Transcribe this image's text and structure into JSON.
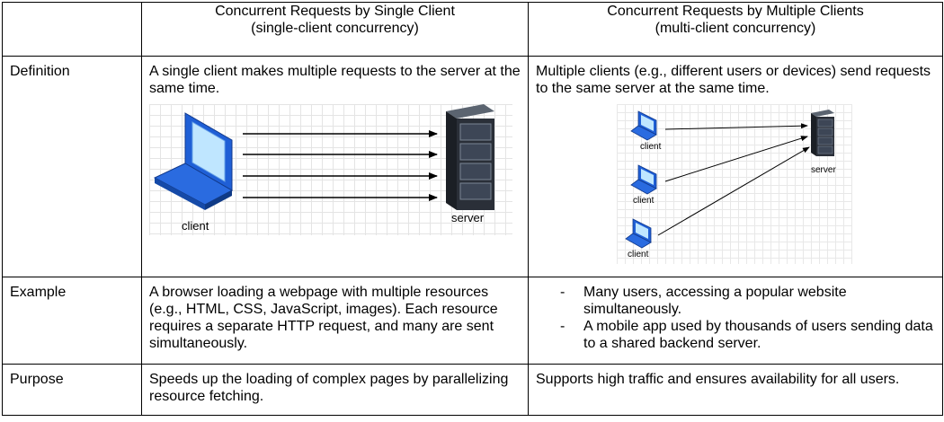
{
  "table": {
    "header": {
      "empty": "",
      "single": {
        "title": "Concurrent Requests by Single Client",
        "subtitle": "(single-client concurrency)"
      },
      "multi": {
        "title": "Concurrent Requests by Multiple Clients",
        "subtitle": "(multi-client concurrency)"
      }
    },
    "rows": {
      "definition": {
        "label": "Definition",
        "single_text": "A single client makes multiple requests to the server at the same time.",
        "multi_text": "Multiple clients (e.g., different users or devices) send requests to the same server at the same time."
      },
      "example": {
        "label": "Example",
        "single_text": "A browser loading a webpage with multiple resources (e.g., HTML, CSS, JavaScript, images). Each resource requires a separate HTTP request, and many are sent simultaneously.",
        "multi_items": [
          "Many users, accessing a popular website simultaneously.",
          "A mobile app used by thousands of users sending data to a shared backend server."
        ],
        "bullet": "-"
      },
      "purpose": {
        "label": "Purpose",
        "single_text": "Speeds up the loading of complex pages by parallelizing resource fetching.",
        "multi_text": "Supports high traffic and ensures availability for all users."
      }
    }
  },
  "figures": {
    "single": {
      "client_label": "client",
      "server_label": "server",
      "request_arrows": 4
    },
    "multi": {
      "client_labels": [
        "client",
        "client",
        "client"
      ],
      "server_label": "server"
    }
  },
  "colors": {
    "laptop_blue": "#1f5fd6",
    "laptop_light": "#bfe6ff",
    "server_dark": "#2a2f38",
    "grid": "#e4e4e4"
  },
  "icons": [
    "laptop-icon",
    "server-icon",
    "arrow-icon"
  ]
}
